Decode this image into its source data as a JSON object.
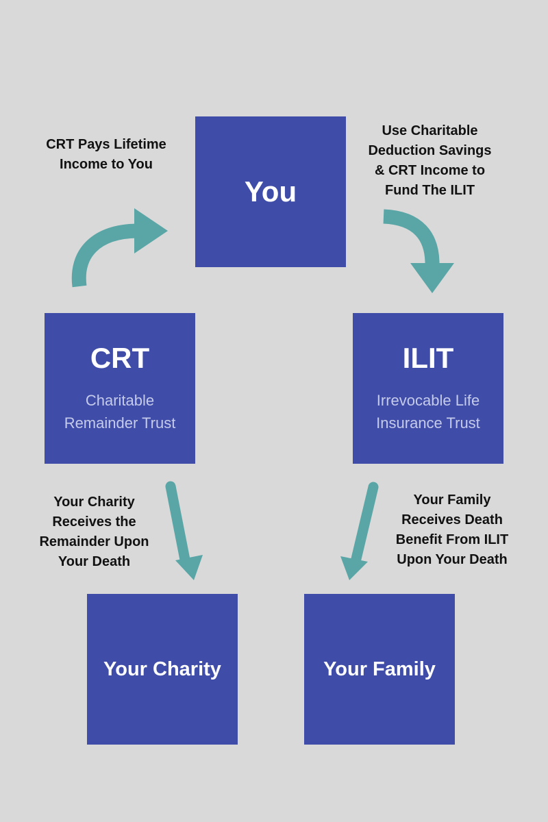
{
  "colors": {
    "background": "#d9d9d9",
    "box": "#3f4ca8",
    "arrow": "#5aa6a6",
    "label_text": "#111111"
  },
  "nodes": {
    "you": {
      "title": "You"
    },
    "crt": {
      "title": "CRT",
      "subtitle_line1": "Charitable",
      "subtitle_line2": "Remainder Trust"
    },
    "ilit": {
      "title": "ILIT",
      "subtitle_line1": "Irrevocable Life",
      "subtitle_line2": "Insurance Trust"
    },
    "charity": {
      "title": "Your Charity"
    },
    "family": {
      "title": "Your Family"
    }
  },
  "labels": {
    "crt_pays": {
      "line1": "CRT Pays Lifetime",
      "line2": "Income to You"
    },
    "deduction": {
      "line1": "Use Charitable",
      "line2": "Deduction Savings",
      "line3": "& CRT Income to",
      "line4": "Fund The ILIT"
    },
    "charity_receives": {
      "line1": "Your Charity",
      "line2": "Receives the",
      "line3": "Remainder Upon",
      "line4": "Your Death"
    },
    "family_receives": {
      "line1": "Your Family",
      "line2": "Receives Death",
      "line3": "Benefit From ILIT",
      "line4": "Upon Your Death"
    }
  }
}
